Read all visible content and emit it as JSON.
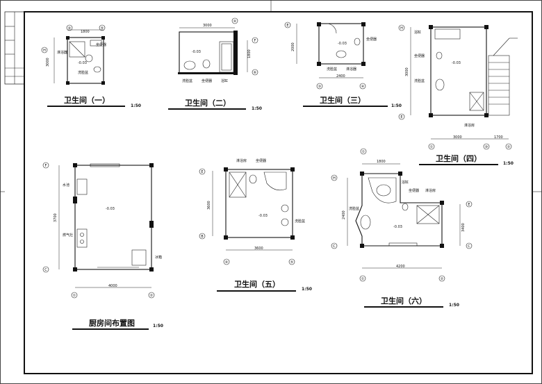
{
  "titles": {
    "t1": "卫生间（一）",
    "t2": "卫生间（二）",
    "t3": "卫生间（三）",
    "t4": "卫生间（四）",
    "t5": "卫生间（五）",
    "t6": "卫生间（六）",
    "kitchen": "厨房间布置图"
  },
  "scale": "1:50",
  "grid_labels": {
    "p1": [
      "④",
      "⑤",
      "H"
    ],
    "p2": [
      "④",
      "F",
      "⑥"
    ],
    "p3": [
      "E",
      "③",
      "④"
    ],
    "p4": [
      "H",
      "E",
      "①",
      "⑩",
      "②"
    ],
    "p5": [
      "E",
      "B",
      "④",
      "⑤"
    ],
    "p6": [
      "①",
      "H",
      "E",
      "C",
      "C",
      "①",
      "②"
    ],
    "kitchen": [
      "F",
      "C",
      "①",
      "②"
    ]
  },
  "dimensions": {
    "p1": [
      "1800",
      "3000"
    ],
    "p2": [
      "3000",
      "1800"
    ],
    "p3": [
      "2000",
      "2400"
    ],
    "p4": [
      "3000",
      "3000",
      "1700"
    ],
    "p5": [
      "3600",
      "3600"
    ],
    "p6": [
      "1800",
      "2400",
      "3400",
      "4200"
    ],
    "kitchen": [
      "3700",
      "4000"
    ]
  },
  "fixture_labels": {
    "p1": [
      "淋浴器",
      "洗脸盆",
      "坐便器"
    ],
    "p2": [
      "洗脸盆",
      "坐便器",
      "浴缸"
    ],
    "p3": [
      "坐便器",
      "洗脸盆",
      "淋浴器"
    ],
    "p4": [
      "浴缸",
      "坐便器",
      "洗脸盆",
      "淋浴房"
    ],
    "p5": [
      "淋浴房",
      "坐便器",
      "洗脸盆"
    ],
    "p6": [
      "浴缸",
      "坐便器",
      "淋浴房",
      "洗脸盆"
    ],
    "kitchen": [
      "水池",
      "燃气灶",
      "冰箱"
    ]
  },
  "levels": [
    "-0.03",
    "-0.03",
    "-0.03",
    "-0.03",
    "-0.03",
    "-0.03",
    "-0.03"
  ]
}
